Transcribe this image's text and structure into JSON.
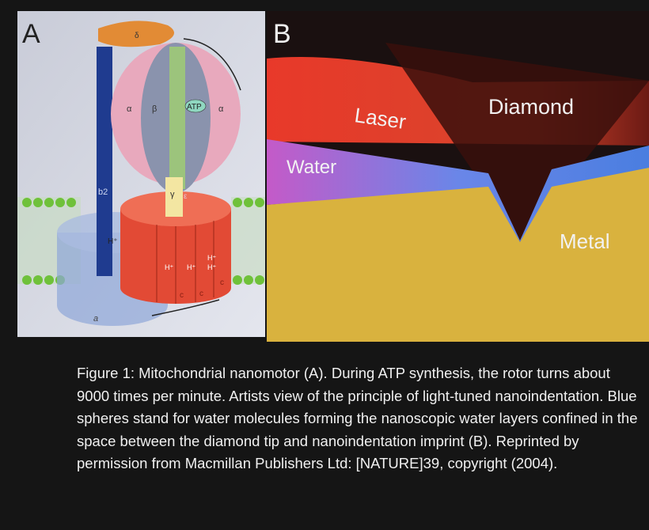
{
  "panel_a": {
    "letter": "A",
    "labels": {
      "delta": "δ",
      "alpha_left": "α",
      "beta": "β",
      "atp": "ATP",
      "alpha_right": "α",
      "b2": "b2",
      "gamma": "γ",
      "epsilon": "ε",
      "a": "a",
      "h_plus": "H⁺",
      "c": "c"
    }
  },
  "panel_b": {
    "letter": "B",
    "labels": {
      "diamond": "Diamond",
      "laser": "Laser",
      "water": "Water",
      "metal": "Metal"
    }
  },
  "caption": "Figure 1: Mitochondrial nanomotor (A). During ATP synthesis, the rotor turns about 9000 times per minute. Artists view of the principle of light-tuned nanoindentation. Blue spheres stand for water molecules forming the nanoscopic water layers confined in the space between the diamond tip and nanoindentation imprint (B). Reprinted by permission from Macmillan Publishers Ltd: [NATURE]39, copyright (2004).",
  "colors": {
    "background": "#151515",
    "caption_text": "#f0f0f0"
  }
}
